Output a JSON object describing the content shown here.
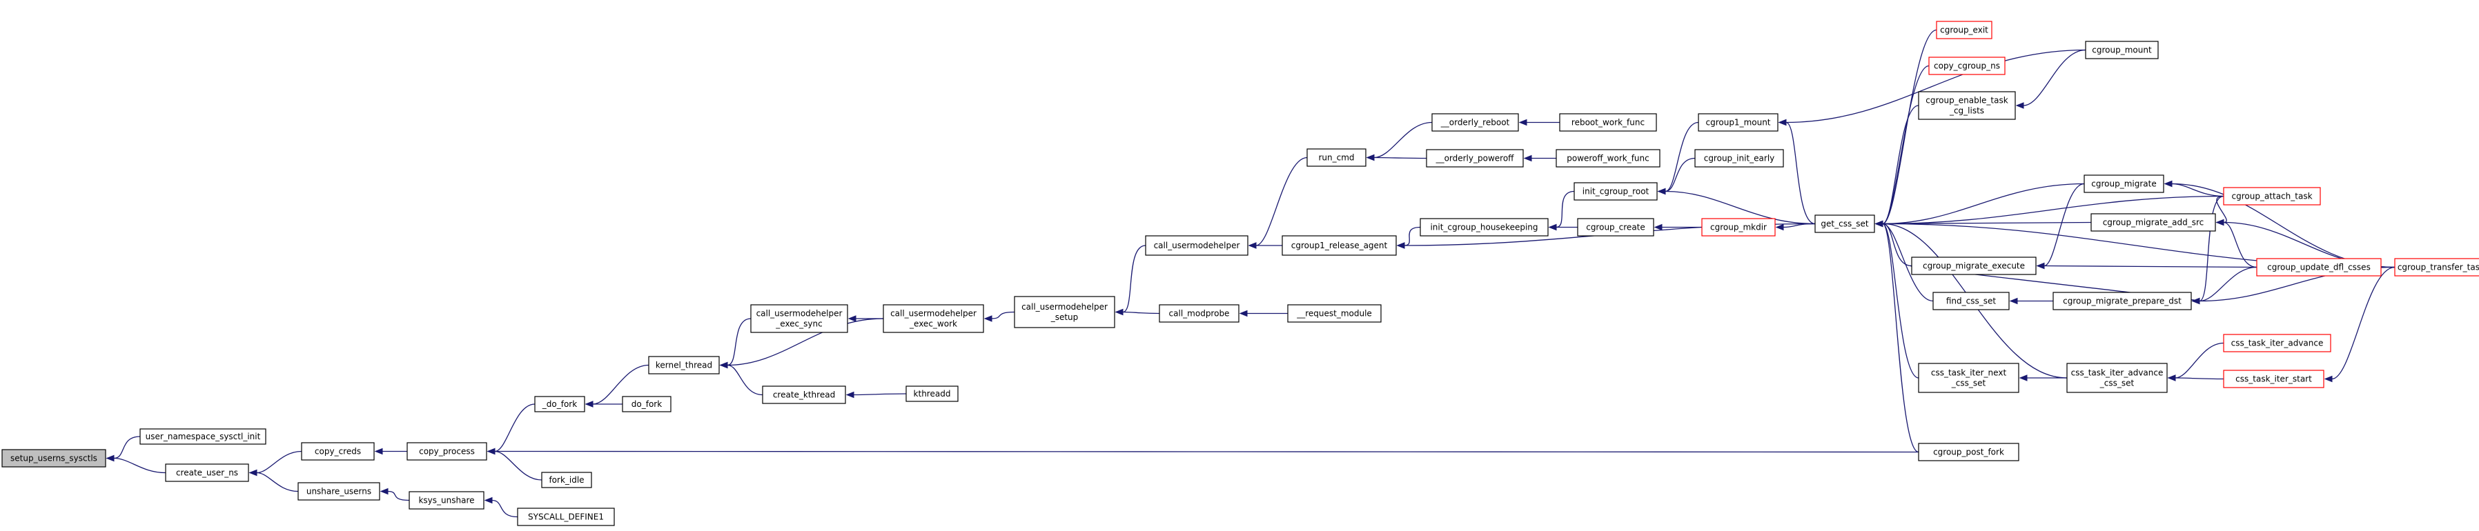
{
  "graph": {
    "nodes": [
      {
        "id": "setup_userns_sysctls",
        "lines": [
          "setup_userns_sysctls"
        ],
        "root": true
      },
      {
        "id": "user_namespace_sysctl_init",
        "lines": [
          "user_namespace_sysctl_init"
        ]
      },
      {
        "id": "create_user_ns",
        "lines": [
          "create_user_ns"
        ]
      },
      {
        "id": "copy_creds",
        "lines": [
          "copy_creds"
        ]
      },
      {
        "id": "unshare_userns",
        "lines": [
          "unshare_userns"
        ]
      },
      {
        "id": "copy_process",
        "lines": [
          "copy_process"
        ]
      },
      {
        "id": "ksys_unshare",
        "lines": [
          "ksys_unshare"
        ]
      },
      {
        "id": "SYSCALL_DEFINE1",
        "lines": [
          "SYSCALL_DEFINE1"
        ]
      },
      {
        "id": "_do_fork",
        "lines": [
          "_do_fork"
        ]
      },
      {
        "id": "fork_idle",
        "lines": [
          "fork_idle"
        ]
      },
      {
        "id": "do_fork",
        "lines": [
          "do_fork"
        ]
      },
      {
        "id": "kernel_thread",
        "lines": [
          "kernel_thread"
        ]
      },
      {
        "id": "call_usermodehelper_exec_sync",
        "lines": [
          "call_usermodehelper",
          "_exec_sync"
        ]
      },
      {
        "id": "create_kthread",
        "lines": [
          "create_kthread"
        ]
      },
      {
        "id": "call_usermodehelper_exec_work",
        "lines": [
          "call_usermodehelper",
          "_exec_work"
        ]
      },
      {
        "id": "kthreadd",
        "lines": [
          "kthreadd"
        ]
      },
      {
        "id": "call_usermodehelper_setup",
        "lines": [
          "call_usermodehelper",
          "_setup"
        ]
      },
      {
        "id": "call_usermodehelper",
        "lines": [
          "call_usermodehelper"
        ]
      },
      {
        "id": "call_modprobe",
        "lines": [
          "call_modprobe"
        ]
      },
      {
        "id": "run_cmd",
        "lines": [
          "run_cmd"
        ]
      },
      {
        "id": "cgroup1_release_agent",
        "lines": [
          "cgroup1_release_agent"
        ]
      },
      {
        "id": "__request_module",
        "lines": [
          "__request_module"
        ]
      },
      {
        "id": "__orderly_reboot",
        "lines": [
          "__orderly_reboot"
        ]
      },
      {
        "id": "__orderly_poweroff",
        "lines": [
          "__orderly_poweroff"
        ]
      },
      {
        "id": "reboot_work_func",
        "lines": [
          "reboot_work_func"
        ]
      },
      {
        "id": "poweroff_work_func",
        "lines": [
          "poweroff_work_func"
        ]
      },
      {
        "id": "init_cgroup_housekeeping",
        "lines": [
          "init_cgroup_housekeeping"
        ]
      },
      {
        "id": "init_cgroup_root",
        "lines": [
          "init_cgroup_root"
        ]
      },
      {
        "id": "cgroup_create",
        "lines": [
          "cgroup_create"
        ]
      },
      {
        "id": "cgroup1_mount",
        "lines": [
          "cgroup1_mount"
        ]
      },
      {
        "id": "cgroup_init_early",
        "lines": [
          "cgroup_init_early"
        ]
      },
      {
        "id": "cgroup_mkdir",
        "lines": [
          "cgroup_mkdir"
        ],
        "red": true
      },
      {
        "id": "get_css_set",
        "lines": [
          "get_css_set"
        ]
      },
      {
        "id": "cgroup_exit",
        "lines": [
          "cgroup_exit"
        ],
        "red": true
      },
      {
        "id": "copy_cgroup_ns",
        "lines": [
          "copy_cgroup_ns"
        ],
        "red": true
      },
      {
        "id": "cgroup_enable_task_cg_lists",
        "lines": [
          "cgroup_enable_task",
          "_cg_lists"
        ]
      },
      {
        "id": "cgroup_migrate",
        "lines": [
          "cgroup_migrate"
        ]
      },
      {
        "id": "cgroup_migrate_add_src",
        "lines": [
          "cgroup_migrate_add_src"
        ]
      },
      {
        "id": "cgroup_migrate_execute",
        "lines": [
          "cgroup_migrate_execute"
        ]
      },
      {
        "id": "find_css_set",
        "lines": [
          "find_css_set"
        ]
      },
      {
        "id": "cgroup_migrate_prepare_dst",
        "lines": [
          "cgroup_migrate_prepare_dst"
        ]
      },
      {
        "id": "css_task_iter_next_css_set",
        "lines": [
          "css_task_iter_next",
          "_css_set"
        ]
      },
      {
        "id": "css_task_iter_advance_css_set",
        "lines": [
          "css_task_iter_advance",
          "_css_set"
        ]
      },
      {
        "id": "cgroup_post_fork",
        "lines": [
          "cgroup_post_fork"
        ]
      },
      {
        "id": "cgroup_mount",
        "lines": [
          "cgroup_mount"
        ]
      },
      {
        "id": "cgroup_attach_task",
        "lines": [
          "cgroup_attach_task"
        ],
        "red": true
      },
      {
        "id": "cgroup_update_dfl_csses",
        "lines": [
          "cgroup_update_dfl_csses"
        ],
        "red": true
      },
      {
        "id": "cgroup_transfer_tasks",
        "lines": [
          "cgroup_transfer_tasks"
        ],
        "red": true
      },
      {
        "id": "css_task_iter_advance",
        "lines": [
          "css_task_iter_advance"
        ],
        "red": true
      },
      {
        "id": "css_task_iter_start",
        "lines": [
          "css_task_iter_start"
        ],
        "red": true
      }
    ],
    "edges": [
      [
        "setup_userns_sysctls",
        "user_namespace_sysctl_init"
      ],
      [
        "setup_userns_sysctls",
        "create_user_ns"
      ],
      [
        "create_user_ns",
        "copy_creds"
      ],
      [
        "create_user_ns",
        "unshare_userns"
      ],
      [
        "copy_creds",
        "copy_process"
      ],
      [
        "unshare_userns",
        "ksys_unshare"
      ],
      [
        "ksys_unshare",
        "SYSCALL_DEFINE1"
      ],
      [
        "copy_process",
        "_do_fork"
      ],
      [
        "copy_process",
        "fork_idle"
      ],
      [
        "copy_process",
        "cgroup_post_fork"
      ],
      [
        "_do_fork",
        "kernel_thread"
      ],
      [
        "_do_fork",
        "do_fork"
      ],
      [
        "kernel_thread",
        "call_usermodehelper_exec_sync"
      ],
      [
        "kernel_thread",
        "call_usermodehelper_exec_work"
      ],
      [
        "kernel_thread",
        "create_kthread"
      ],
      [
        "call_usermodehelper_exec_sync",
        "call_usermodehelper_exec_work"
      ],
      [
        "create_kthread",
        "kthreadd"
      ],
      [
        "call_usermodehelper_exec_work",
        "call_usermodehelper_setup"
      ],
      [
        "call_usermodehelper_setup",
        "call_usermodehelper"
      ],
      [
        "call_usermodehelper_setup",
        "call_modprobe"
      ],
      [
        "call_modprobe",
        "__request_module"
      ],
      [
        "call_usermodehelper",
        "run_cmd"
      ],
      [
        "call_usermodehelper",
        "cgroup1_release_agent"
      ],
      [
        "run_cmd",
        "__orderly_reboot"
      ],
      [
        "run_cmd",
        "__orderly_poweroff"
      ],
      [
        "__orderly_reboot",
        "reboot_work_func"
      ],
      [
        "__orderly_poweroff",
        "poweroff_work_func"
      ],
      [
        "cgroup1_release_agent",
        "init_cgroup_housekeeping"
      ],
      [
        "cgroup1_release_agent",
        "get_css_set"
      ],
      [
        "init_cgroup_housekeeping",
        "init_cgroup_root"
      ],
      [
        "init_cgroup_housekeeping",
        "cgroup_create"
      ],
      [
        "init_cgroup_root",
        "cgroup1_mount"
      ],
      [
        "init_cgroup_root",
        "cgroup_init_early"
      ],
      [
        "init_cgroup_root",
        "get_css_set"
      ],
      [
        "cgroup_create",
        "cgroup_mkdir"
      ],
      [
        "cgroup_mkdir",
        "get_css_set"
      ],
      [
        "cgroup1_mount",
        "cgroup_mount"
      ],
      [
        "cgroup1_mount",
        "get_css_set"
      ],
      [
        "get_css_set",
        "cgroup_exit"
      ],
      [
        "get_css_set",
        "copy_cgroup_ns"
      ],
      [
        "get_css_set",
        "cgroup_enable_task_cg_lists"
      ],
      [
        "get_css_set",
        "cgroup_migrate"
      ],
      [
        "get_css_set",
        "cgroup_migrate_add_src"
      ],
      [
        "get_css_set",
        "cgroup_migrate_execute"
      ],
      [
        "get_css_set",
        "find_css_set"
      ],
      [
        "get_css_set",
        "css_task_iter_next_css_set"
      ],
      [
        "get_css_set",
        "css_task_iter_advance_css_set"
      ],
      [
        "get_css_set",
        "cgroup_post_fork"
      ],
      [
        "get_css_set",
        "cgroup_attach_task"
      ],
      [
        "get_css_set",
        "cgroup_transfer_tasks"
      ],
      [
        "cgroup_enable_task_cg_lists",
        "cgroup_mount"
      ],
      [
        "cgroup_migrate",
        "cgroup_attach_task"
      ],
      [
        "cgroup_migrate",
        "cgroup_transfer_tasks"
      ],
      [
        "cgroup_migrate_add_src",
        "cgroup_attach_task"
      ],
      [
        "cgroup_migrate_add_src",
        "cgroup_update_dfl_csses"
      ],
      [
        "cgroup_migrate_add_src",
        "cgroup_transfer_tasks"
      ],
      [
        "cgroup_migrate_execute",
        "cgroup_migrate"
      ],
      [
        "cgroup_migrate_execute",
        "cgroup_update_dfl_csses"
      ],
      [
        "find_css_set",
        "cgroup_migrate_prepare_dst"
      ],
      [
        "cgroup_migrate_prepare_dst",
        "cgroup_migrate_execute"
      ],
      [
        "cgroup_migrate_prepare_dst",
        "cgroup_attach_task"
      ],
      [
        "cgroup_migrate_prepare_dst",
        "cgroup_update_dfl_csses"
      ],
      [
        "cgroup_migrate_prepare_dst",
        "cgroup_transfer_tasks"
      ],
      [
        "css_task_iter_next_css_set",
        "css_task_iter_advance_css_set"
      ],
      [
        "css_task_iter_advance_css_set",
        "css_task_iter_advance"
      ],
      [
        "css_task_iter_advance_css_set",
        "css_task_iter_start"
      ],
      [
        "css_task_iter_start",
        "cgroup_transfer_tasks"
      ]
    ]
  }
}
